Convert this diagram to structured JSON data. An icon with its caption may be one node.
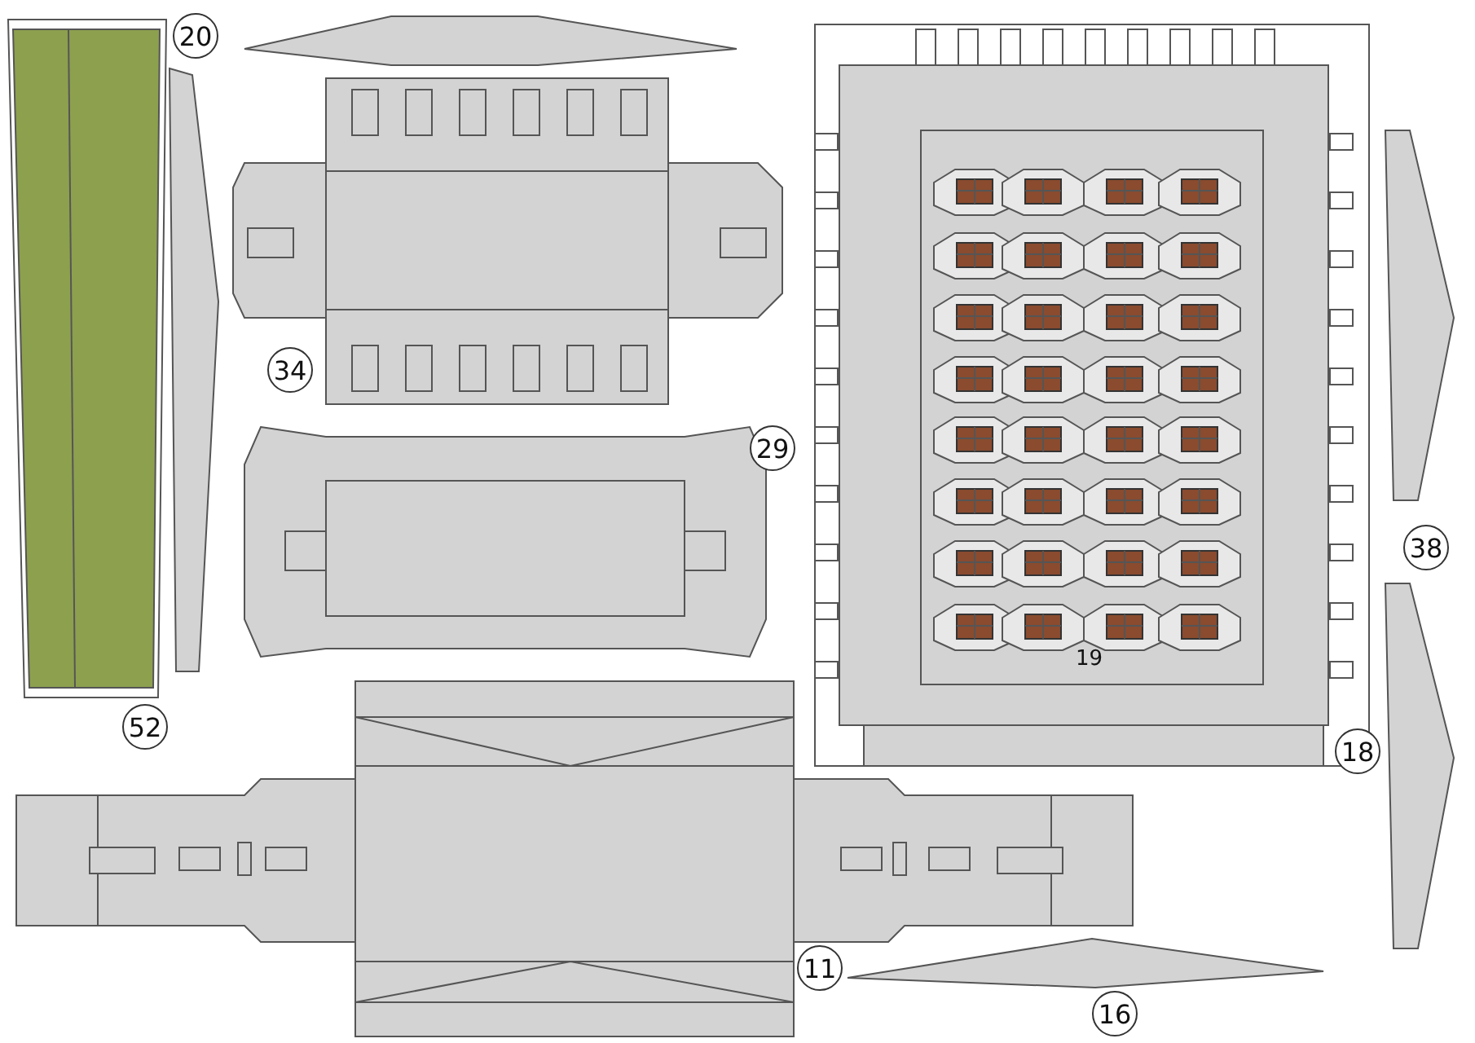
{
  "diagram": {
    "nodes": [
      {
        "text": [
          "20"
        ]
      },
      {
        "text": [
          "34"
        ]
      },
      {
        "text": [
          "29"
        ]
      },
      {
        "text": [
          "38"
        ]
      },
      {
        "text": [
          "52"
        ]
      },
      {
        "text": [
          "18"
        ]
      },
      {
        "text": [
          "11"
        ]
      },
      {
        "text": [
          "16"
        ]
      }
    ],
    "labels": [
      "19"
    ]
  }
}
